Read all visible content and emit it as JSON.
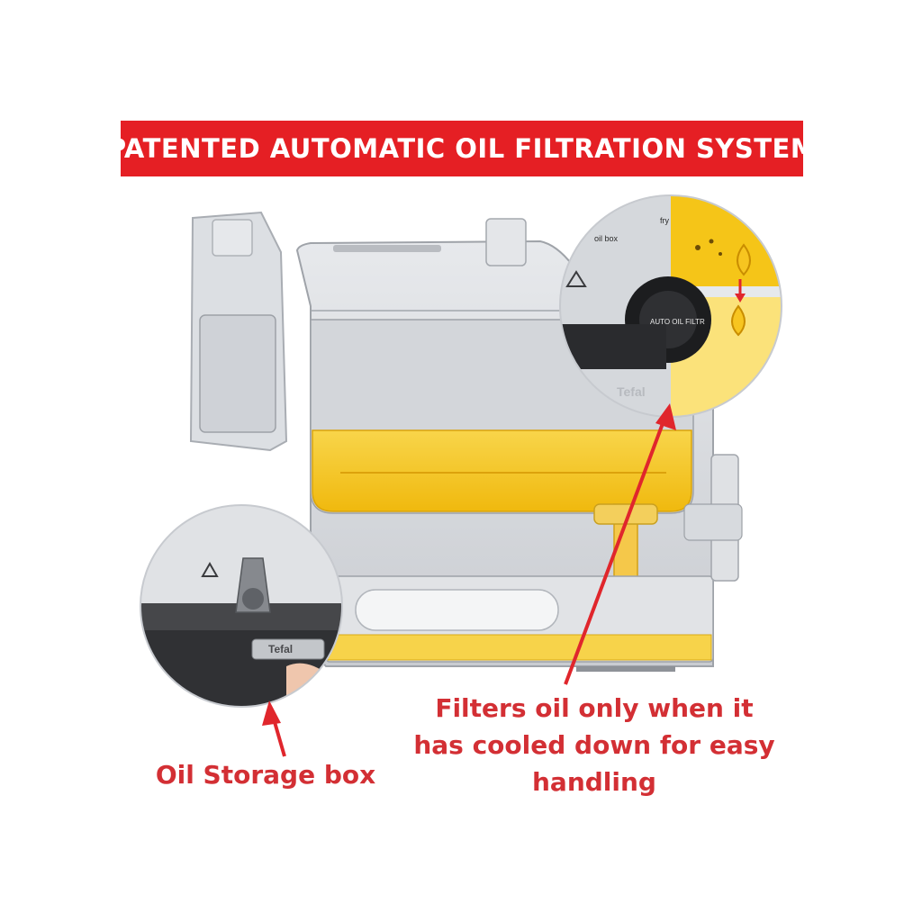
{
  "banner": {
    "title": "PATENTED AUTOMATIC OIL FILTRATION SYSTEM",
    "bg_color": "#e51f24",
    "text_color": "#ffffff"
  },
  "callouts": {
    "storage_box": "Oil Storage box",
    "filter_lines": [
      "Filters oil only when it",
      "has cooled down for easy",
      "handling"
    ],
    "color": "#d32f34"
  },
  "device": {
    "brand_mark": "Tefal",
    "dial_labels": {
      "oil_box": "oil box",
      "fry": "fry",
      "dial_text": "AUTO OIL FILTR"
    }
  },
  "colors": {
    "oil": "#f5c518",
    "oil_light": "#fbe27a",
    "housing": "#dadde1",
    "arrow": "#e0262c"
  }
}
